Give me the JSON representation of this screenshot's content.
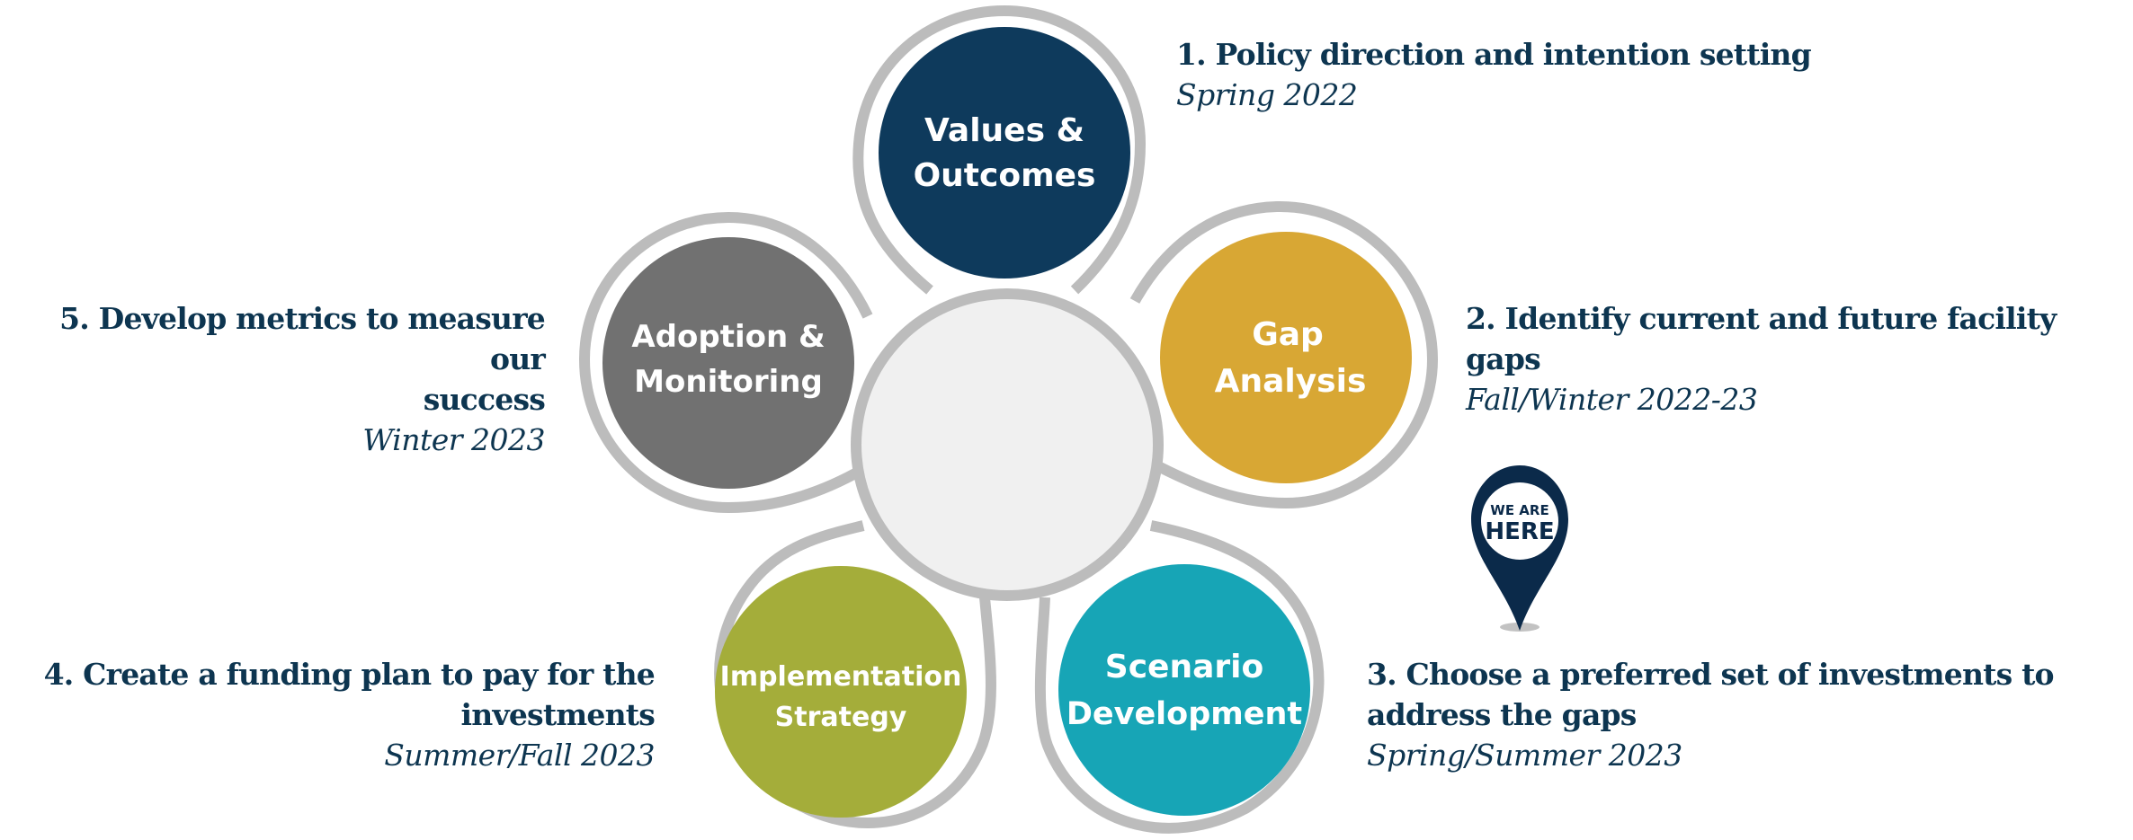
{
  "diagram": {
    "nodes": [
      {
        "id": "values",
        "lines": [
          "Values &",
          "Outcomes"
        ],
        "color": "#0e3a5c"
      },
      {
        "id": "gap",
        "lines": [
          "Gap",
          "Analysis"
        ],
        "color": "#d8a734"
      },
      {
        "id": "scenario",
        "lines": [
          "Scenario",
          "Development"
        ],
        "color": "#17a5b6"
      },
      {
        "id": "implementation",
        "lines": [
          "Implementation",
          "Strategy"
        ],
        "color": "#a4ad3a"
      },
      {
        "id": "adoption",
        "lines": [
          "Adoption &",
          "Monitoring"
        ],
        "color": "#717171"
      }
    ],
    "steps": [
      {
        "title": "1. Policy direction and intention setting",
        "date": "Spring 2022"
      },
      {
        "title": "2. Identify current and future facility gaps",
        "date": "Fall/Winter 2022-23"
      },
      {
        "title_lines": [
          "3. Choose a preferred set of investments to",
          "address the gaps"
        ],
        "date": "Spring/Summer 2023"
      },
      {
        "title_lines": [
          "4. Create a funding plan to pay for the",
          "investments"
        ],
        "date": "Summer/Fall 2023"
      },
      {
        "title_lines": [
          "5. Develop metrics to measure our",
          "success"
        ],
        "date": "Winter 2023"
      }
    ],
    "pin": {
      "lines": [
        "WE ARE",
        "HERE"
      ],
      "color": "#0b2a4a"
    },
    "ring_color": "#bcbcbc",
    "center_color": "#f0f0f0"
  }
}
